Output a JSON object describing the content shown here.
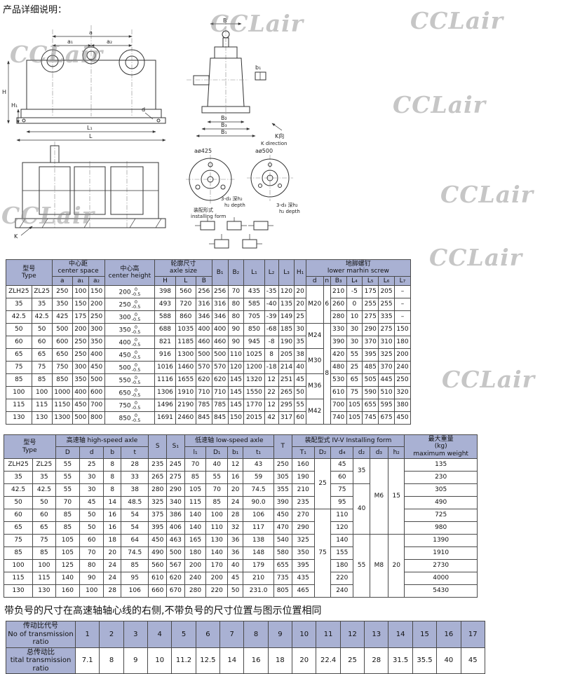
{
  "page": {
    "title_note": "产品详细说明：",
    "middle_note": "带负号的尺寸在高速轴轴心线的右侧,不带负号的尺寸位置与图示位置相同",
    "watermark": "CCLair",
    "colors": {
      "header_bg": "#a9b1d3",
      "border": "#4a4a4a"
    }
  },
  "drawing": {
    "labels": {
      "a": "a",
      "a1": "a₁",
      "a2": "a₂",
      "L1": "L₁",
      "L": "L",
      "H": "H",
      "H1": "H₁",
      "d": "d",
      "B": "B",
      "B1": "B₁",
      "B2": "B₂",
      "B3": "B₃",
      "b1": "b₁",
      "k_xiang": "K向",
      "k_direction": "K direction",
      "K": "K",
      "circle_left": "aø425",
      "circle_right": "aø500",
      "tap_note": "3-d₃ 深h₂",
      "depth_note": "h₂ depth",
      "form_zh": "装配形式",
      "form_en": "installing form"
    }
  },
  "table1": {
    "headers": {
      "type_zh": "型号",
      "type_en": "Type",
      "center_space_zh": "中心距",
      "center_space_en": "center space",
      "center_space_cols": [
        "a",
        "a₁",
        "a₂"
      ],
      "center_height_zh": "中心高",
      "center_height_en": "center height",
      "axle_zh": "轮廓尺寸",
      "axle_en": "axle size",
      "axle_cols": [
        "H",
        "L",
        "B"
      ],
      "single_cols": [
        "B₁",
        "B₂",
        "L₁",
        "L₂",
        "L₃",
        "H₁"
      ],
      "screw_zh": "地脚螺钉",
      "screw_en": "lower marhin screw",
      "screw_cols": [
        "d",
        "n",
        "B₃",
        "L₄",
        "L₅",
        "L₆",
        "L₇"
      ]
    },
    "tolerance": {
      "sup": "0",
      "sub": "-0.5"
    },
    "rows": [
      [
        "ZLH25",
        "ZL25",
        "250",
        "100",
        "150",
        "200",
        "398",
        "560",
        "256",
        "256",
        "70",
        "435",
        "-35",
        "120",
        "20",
        "210",
        "-5",
        "175",
        "205",
        "–"
      ],
      [
        "35",
        "35",
        "350",
        "150",
        "200",
        "250",
        "493",
        "720",
        "316",
        "316",
        "80",
        "585",
        "-40",
        "135",
        "20",
        "260",
        "0",
        "255",
        "255",
        "–"
      ],
      [
        "42.5",
        "42.5",
        "425",
        "175",
        "250",
        "300",
        "588",
        "860",
        "346",
        "346",
        "80",
        "705",
        "-39",
        "149",
        "25",
        "280",
        "10",
        "275",
        "335",
        "–"
      ],
      [
        "50",
        "50",
        "500",
        "200",
        "300",
        "350",
        "688",
        "1035",
        "400",
        "400",
        "90",
        "850",
        "-68",
        "185",
        "30",
        "330",
        "30",
        "290",
        "275",
        "150"
      ],
      [
        "60",
        "60",
        "600",
        "250",
        "350",
        "400",
        "821",
        "1185",
        "460",
        "460",
        "90",
        "945",
        "-8",
        "190",
        "35",
        "390",
        "30",
        "370",
        "310",
        "180"
      ],
      [
        "65",
        "65",
        "650",
        "250",
        "400",
        "450",
        "916",
        "1300",
        "500",
        "500",
        "110",
        "1025",
        "8",
        "205",
        "38",
        "420",
        "55",
        "395",
        "325",
        "200"
      ],
      [
        "75",
        "75",
        "750",
        "300",
        "450",
        "500",
        "1016",
        "1460",
        "570",
        "570",
        "120",
        "1200",
        "-18",
        "214",
        "40",
        "480",
        "25",
        "485",
        "370",
        "240"
      ],
      [
        "85",
        "85",
        "850",
        "350",
        "500",
        "550",
        "1116",
        "1655",
        "620",
        "620",
        "145",
        "1320",
        "12",
        "251",
        "45",
        "530",
        "65",
        "505",
        "445",
        "250"
      ],
      [
        "100",
        "100",
        "1000",
        "400",
        "600",
        "650",
        "1306",
        "1910",
        "710",
        "710",
        "145",
        "1550",
        "22",
        "265",
        "50",
        "610",
        "75",
        "590",
        "510",
        "320"
      ],
      [
        "115",
        "115",
        "1150",
        "450",
        "700",
        "750",
        "1496",
        "2190",
        "785",
        "785",
        "145",
        "1770",
        "12",
        "295",
        "55",
        "700",
        "105",
        "655",
        "595",
        "380"
      ],
      [
        "130",
        "130",
        "1300",
        "500",
        "800",
        "850",
        "1691",
        "2460",
        "845",
        "845",
        "150",
        "2015",
        "42",
        "317",
        "60",
        "740",
        "105",
        "745",
        "675",
        "450"
      ]
    ],
    "d_groups": [
      {
        "v": "M20",
        "from": 0,
        "to": 2
      },
      {
        "v": "M24",
        "from": 3,
        "to": 4
      },
      {
        "v": "M30",
        "from": 5,
        "to": 6
      },
      {
        "v": "M36",
        "from": 7,
        "to": 8
      },
      {
        "v": "M42",
        "from": 9,
        "to": 10
      }
    ],
    "n_groups": [
      {
        "v": "6",
        "from": 0,
        "to": 2
      },
      {
        "v": "8",
        "from": 3,
        "to": 10
      }
    ]
  },
  "table2": {
    "headers": {
      "type_zh": "型号",
      "type_en": "Type",
      "hs_zh": "高速轴",
      "hs_en": "high-speed axle",
      "hs_cols": [
        "D",
        "d",
        "b",
        "t"
      ],
      "S": "S",
      "S1": "S₁",
      "ls_zh": "低速轴",
      "ls_en": "low-speed axle",
      "ls_cols": [
        "l₁",
        "D₁",
        "b₁",
        "t₁"
      ],
      "T": "T",
      "install_zh": "装配型式",
      "install_en": "IV-V Installing form",
      "install_cols": [
        "T₁",
        "D₂",
        "d₄",
        "d₂",
        "d₃",
        "h₂"
      ],
      "weight_zh": "最大重量",
      "weight_kg": "(kg)",
      "weight_en": "maximum weight"
    },
    "rows": [
      [
        "ZLH25",
        "ZL25",
        "55",
        "25",
        "8",
        "28",
        "235",
        "245",
        "70",
        "40",
        "12",
        "43",
        "250",
        "160",
        "45",
        "135"
      ],
      [
        "35",
        "35",
        "55",
        "30",
        "8",
        "33",
        "265",
        "275",
        "85",
        "55",
        "16",
        "59",
        "305",
        "190",
        "60",
        "230"
      ],
      [
        "42.5",
        "42.5",
        "55",
        "30",
        "8",
        "38",
        "280",
        "290",
        "105",
        "70",
        "20",
        "74.5",
        "355",
        "210",
        "75",
        "305"
      ],
      [
        "50",
        "50",
        "70",
        "45",
        "14",
        "48.5",
        "325",
        "340",
        "115",
        "85",
        "24",
        "90.0",
        "390",
        "235",
        "95",
        "490"
      ],
      [
        "60",
        "60",
        "85",
        "50",
        "16",
        "54",
        "375",
        "386",
        "140",
        "100",
        "28",
        "106",
        "450",
        "270",
        "110",
        "725"
      ],
      [
        "65",
        "65",
        "85",
        "50",
        "16",
        "54",
        "395",
        "406",
        "140",
        "110",
        "32",
        "117",
        "470",
        "290",
        "120",
        "980"
      ],
      [
        "75",
        "75",
        "105",
        "60",
        "18",
        "64",
        "450",
        "463",
        "165",
        "130",
        "36",
        "138",
        "540",
        "325",
        "140",
        "1390"
      ],
      [
        "85",
        "85",
        "105",
        "70",
        "20",
        "74.5",
        "490",
        "500",
        "180",
        "140",
        "36",
        "148",
        "580",
        "350",
        "155",
        "1910"
      ],
      [
        "100",
        "100",
        "125",
        "80",
        "24",
        "85",
        "560",
        "567",
        "200",
        "170",
        "40",
        "179",
        "655",
        "395",
        "180",
        "2730"
      ],
      [
        "115",
        "115",
        "140",
        "90",
        "24",
        "95",
        "610",
        "620",
        "240",
        "200",
        "45",
        "210",
        "735",
        "435",
        "220",
        "4000"
      ],
      [
        "130",
        "130",
        "160",
        "100",
        "28",
        "106",
        "660",
        "670",
        "280",
        "220",
        "50",
        "231.0",
        "805",
        "465",
        "240",
        "5430"
      ]
    ],
    "D2_groups": [
      {
        "v": "25",
        "from": 0,
        "to": 3
      },
      {
        "v": "75",
        "from": 4,
        "to": 10
      }
    ],
    "d2_groups": [
      {
        "v": "35",
        "from": 0,
        "to": 1
      },
      {
        "v": "40",
        "from": 2,
        "to": 5
      },
      {
        "v": "55",
        "from": 6,
        "to": 10
      }
    ],
    "d3_groups": [
      {
        "v": "M6",
        "from": 0,
        "to": 5
      },
      {
        "v": "M8",
        "from": 6,
        "to": 10
      }
    ],
    "h2_groups": [
      {
        "v": "15",
        "from": 0,
        "to": 5
      },
      {
        "v": "20",
        "from": 6,
        "to": 10
      }
    ]
  },
  "table3": {
    "row1_zh": "传动比代号",
    "row1_en": "No of transmission ratio",
    "row2_zh": "总传动比",
    "row2_en": "tital transmission ratio",
    "codes": [
      "1",
      "2",
      "3",
      "4",
      "5",
      "6",
      "7",
      "8",
      "9",
      "10",
      "11",
      "12",
      "13",
      "14",
      "15",
      "16",
      "17"
    ],
    "ratios": [
      "7.1",
      "8",
      "9",
      "10",
      "11.2",
      "12.5",
      "14",
      "16",
      "18",
      "20",
      "22.4",
      "25",
      "28",
      "31.5",
      "35.5",
      "40",
      "45"
    ]
  }
}
